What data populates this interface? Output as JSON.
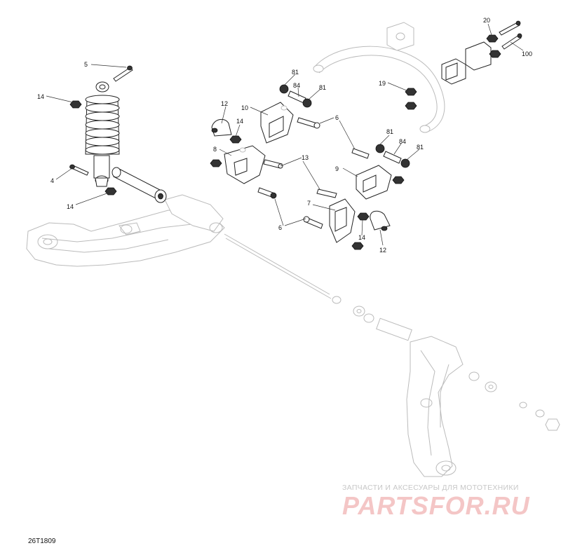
{
  "diagram": {
    "code": "26T1809",
    "watermark_top": "ЗАПЧАСТИ И АКСЕСУАРЫ ДЛЯ МОТОТЕХНИКИ",
    "watermark_logo": "PARTSFOR.RU",
    "callouts": {
      "c5": "5",
      "c14a": "14",
      "c4": "4",
      "c14b": "14",
      "c12a": "12",
      "c10": "10",
      "c14c": "14",
      "c8": "8",
      "c81a": "81",
      "c84a": "84",
      "c81b": "81",
      "c6a": "6",
      "c13": "13",
      "c6b": "6",
      "c7": "7",
      "c14d": "14",
      "c12b": "12",
      "c81c": "81",
      "c84b": "84",
      "c81d": "81",
      "c9": "9",
      "c19": "19",
      "c20": "20",
      "c100": "100"
    }
  }
}
